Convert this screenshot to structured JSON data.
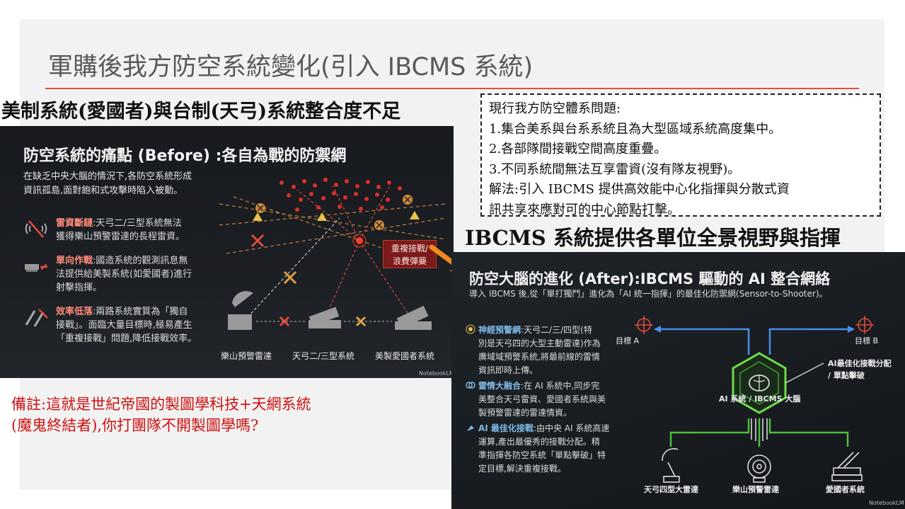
{
  "slide": {
    "title": "軍購後我方防空系統變化(引入 IBCMS 系統)",
    "left_heading": "美制系統(愛國者)與台制(天弓)系統整合度不足",
    "right_heading": "IBCMS 系統提供各單位全景視野與指揮",
    "problems": {
      "heading": "現行我方防空體系問題:",
      "items": [
        "1.集合美系與台系系統且為大型區域系統高度集中。",
        "2.各部隊間接戰空間高度重疊。",
        "3.不同系統間無法互享雷資(沒有隊友視野)。",
        "解法:引入 IBCMS 提供高效能中心化指揮與分散式資",
        "訊共享來應對可的中心節點打擊。"
      ]
    },
    "note": {
      "line1": "備註:這就是世紀帝國的製圖學科技+天網系統",
      "line2": "(魔鬼終結者),你打團隊不開製圖學嗎?"
    }
  },
  "before_panel": {
    "title": "防空系統的痛點 (Before) :各自為戰的防禦網",
    "intro_line1": "在缺乏中央大腦的情況下,各防空系統形成",
    "intro_line2": "資訊孤島,面對飽和式攻擊時陷入被動。",
    "items": [
      {
        "heading": "雷資斷鏈",
        "line1": ":天弓二/三型系統無法",
        "line2": "獲得樂山預警雷達的長程雷資。",
        "line3": "",
        "icon": "signal-broken-icon"
      },
      {
        "heading": "單向作戰",
        "line1": ":國造系統的觀測訊息無",
        "line2": "法提供給美製系統(如愛國者)進行",
        "line3": "射擊指揮。",
        "icon": "launcher-blocked-icon"
      },
      {
        "heading": "效率低落",
        "line1": ":兩路系統實質為「獨自",
        "line2": "接戰」。面臨大量目標時,極易產生",
        "line3": "「重複接戰」問題,降低接戰效率。",
        "icon": "double-missile-icon"
      }
    ],
    "callout_line1": "重複接戰/",
    "callout_line2": "浪費彈藥",
    "labels": {
      "radar": "樂山預警雷達",
      "tiangong": "天弓二/三型系統",
      "patriot": "美製愛國者系統"
    },
    "watermark": "NotebookLM"
  },
  "after_panel": {
    "title": "防空大腦的進化 (After):IBCMS 驅動的 AI 整合網絡",
    "subtitle": "導入 IBCMS 後,從「單打獨鬥」進化為「AI 統一指揮」的最佳化防禦網(Sensor-to-Shooter)。",
    "items": [
      {
        "heading": "神經預警網",
        "line1": ":天弓二/三/四型(特",
        "line2": "別是天弓四的大型主動雷達)作為",
        "line3": "廣域域預警系統,將最前線的雷情",
        "line4": "資訊即時上傳。",
        "icon": "network-icon"
      },
      {
        "heading": "雷情大融合",
        "line1": ":在 AI 系統中,同步完",
        "line2": "美整合天弓雷資、愛國者系統與美",
        "line3": "製預警雷達的雷達情資。",
        "line4": "",
        "icon": "fusion-icon"
      },
      {
        "heading": "AI 最佳化接戰",
        "line1": ":由中央 AI 系統高速",
        "line2": "運算,產出最優秀的接戰分配。精",
        "line3": "準指揮各防空系統「單點擊破」特",
        "line4": "定目標,解決重複接戰。",
        "icon": "ai-target-icon"
      }
    ],
    "target_a": "目標 A",
    "target_b": "目標 B",
    "hub_label": "AI 系統 / IBCMS 大腦",
    "callout_line1": "AI最佳化接戰分配",
    "callout_line2": "/ 單點擊破",
    "bottom_labels": {
      "tiangong4": "天弓四型大雷達",
      "leshan": "樂山預警雷達",
      "patriot": "愛國者系統"
    },
    "watermark": "NotebookLM"
  },
  "colors": {
    "accent_rule": "#e0503a",
    "note_red": "#d01010",
    "before_highlight": "#ff8d7a",
    "after_highlight": "#7fb8e6",
    "arrow_orange": "#f08a1c"
  }
}
